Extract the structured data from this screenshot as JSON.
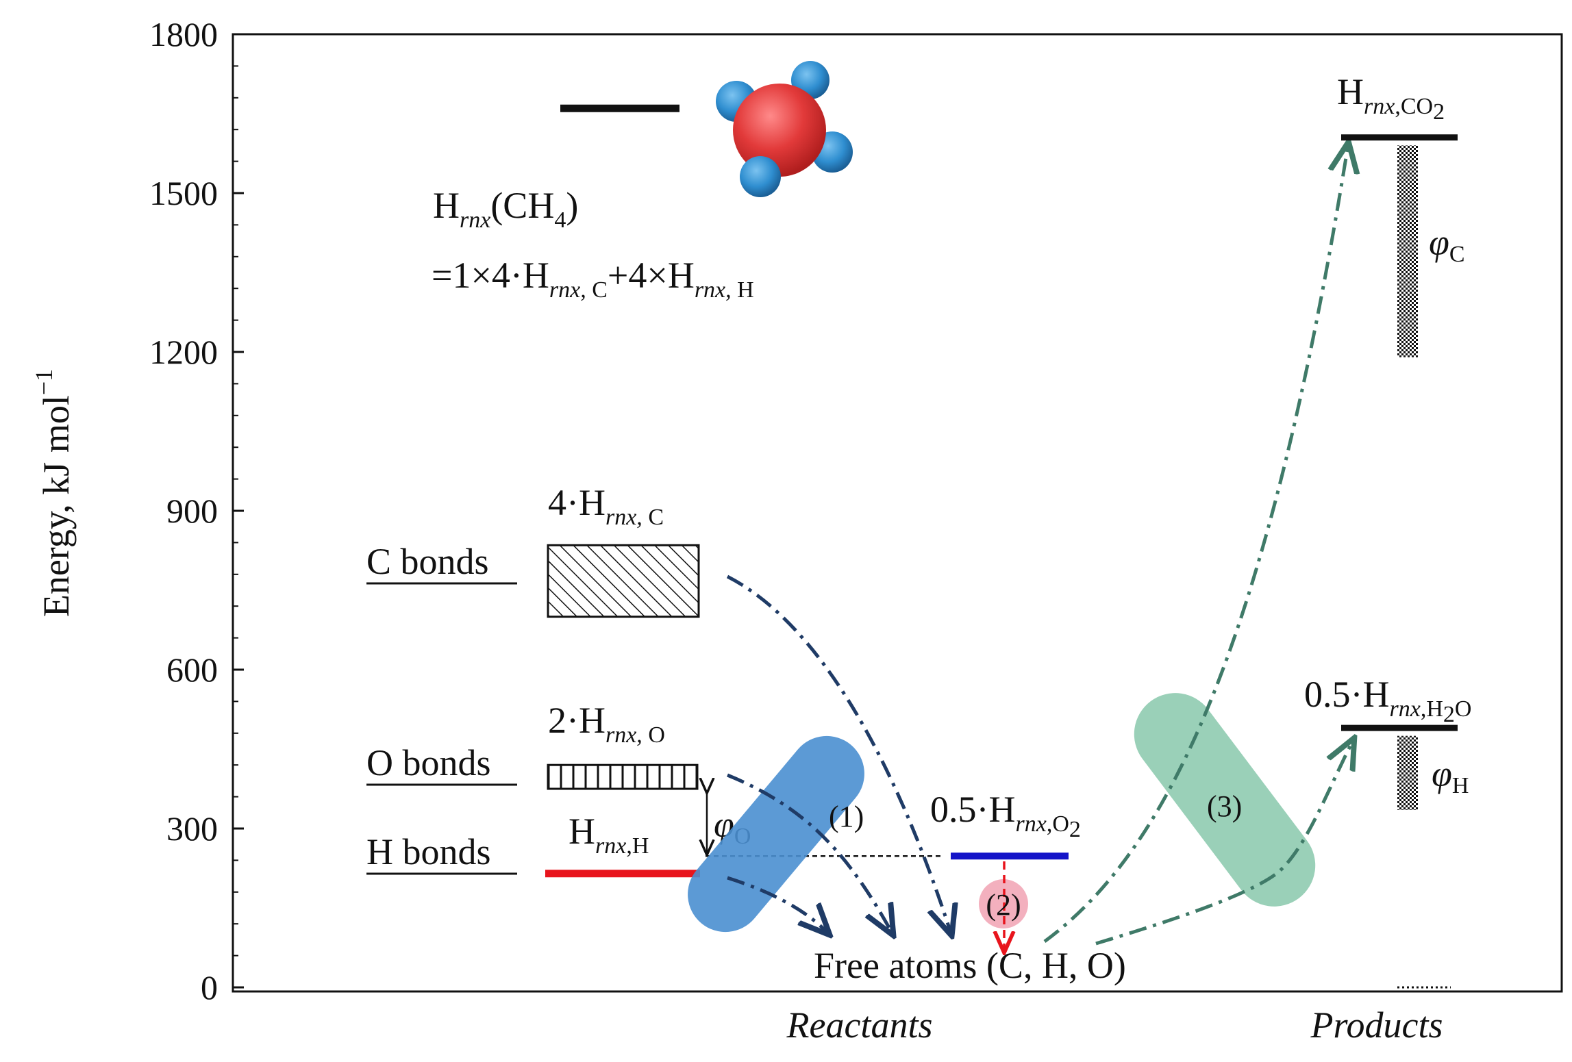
{
  "colors": {
    "h_bond": "#e8141c",
    "o2_level": "#1414c8",
    "reactant_arrows": "#1f3b66",
    "product_arrows": "#3f7a68",
    "step1_blob": "#4a8fd0",
    "step2_blob": "#f2a7b7",
    "step2_arrow": "#e8141c",
    "step3_blob": "#8fcbb0",
    "molecule_center": "#e23a3a",
    "molecule_atoms": "#2f8ed0"
  },
  "axis": {
    "title": "Energy, kJ mol",
    "title_superscript": "−1",
    "min": 0,
    "max": 1800,
    "ticks": [
      0,
      300,
      600,
      900,
      1200,
      1500,
      1800
    ],
    "tick_labels": [
      "0",
      "300",
      "600",
      "900",
      "1200",
      "1500",
      "1800"
    ],
    "minor_step": 60
  },
  "categories": {
    "reactants": "Reactants",
    "products": "Products"
  },
  "bond_labels": {
    "c_bonds": "C bonds",
    "o_bonds": "O bonds",
    "h_bonds": "H bonds"
  },
  "levels": {
    "ch4": {
      "value": 1660
    },
    "c_bonds": {
      "low": 700,
      "high": 835
    },
    "o_bonds": {
      "low": 375,
      "high": 420
    },
    "h_bonds": {
      "value": 215
    },
    "o2": {
      "value": 248
    },
    "co2": {
      "value": 1605
    },
    "h2o": {
      "value": 490
    },
    "phi_c_bar": {
      "low": 1190,
      "high": 1590
    },
    "phi_h_bar": {
      "low": 335,
      "high": 475
    }
  },
  "texts": {
    "ch4_H": "H",
    "ch4_rnx": "rnx",
    "ch4_paren": "(CH",
    "ch4_four": "4",
    "ch4_close": ")",
    "eq_start": "=1×4·H",
    "eq_rnx1": "rnx, ",
    "eq_C": "C",
    "eq_mid": "+4×H",
    "eq_rnx2": "rnx, ",
    "eq_H": "H",
    "c_coef": "4·H",
    "c_rnx": "rnx, ",
    "c_C": "C",
    "o_coef": "2·H",
    "o_rnx": "rnx, ",
    "o_O": "O",
    "h_H": "H",
    "h_rnx": "rnx",
    "h_sub": ",H",
    "o2_coef": "0.5·H",
    "o2_rnx": "rnx",
    "o2_sub": ",O",
    "o2_two": "2",
    "co2_H": "H",
    "co2_rnx": "rnx",
    "co2_sub": ",CO",
    "co2_two": "2",
    "h2o_coef": "0.5·H",
    "h2o_rnx": "rnx",
    "h2o_sub": ",H",
    "h2o_two": "2",
    "h2o_O": "O",
    "phi": "φ",
    "phi_O": "O",
    "phi_C": "C",
    "phi_H": "H",
    "step1": "(1)",
    "step2": "(2)",
    "step3": "(3)",
    "free_atoms": "Free atoms (C, H, O)"
  }
}
